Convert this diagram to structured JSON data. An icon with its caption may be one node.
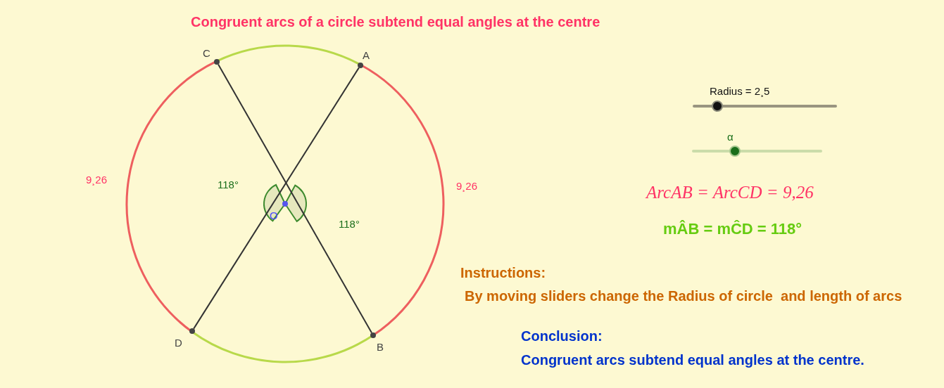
{
  "diagram": {
    "title": "Congruent arcs of a circle subtend equal angles at the centre",
    "nodes": [
      {
        "text": [
          "C"
        ]
      },
      {
        "text": [
          "A"
        ]
      },
      {
        "text": [
          "O"
        ]
      },
      {
        "text": [
          "D"
        ]
      },
      {
        "text": [
          "B"
        ]
      }
    ],
    "edges": [
      {
        "from": 0,
        "to": 4,
        "arrow": "none"
      },
      {
        "from": 1,
        "to": 3,
        "arrow": "none"
      }
    ],
    "labels": [
      "Radius = 2¸5",
      "α",
      "9¸26",
      "118°",
      "9¸26",
      "ArcAB = ArcCD = 9,26",
      "118°",
      "mÂB = mĈD = 118°",
      "Instructions:",
      "By moving sliders change the Radius of circle  and length of arcs",
      "Conclusion:",
      "Congruent arcs subtend equal angles at the centre."
    ]
  }
}
